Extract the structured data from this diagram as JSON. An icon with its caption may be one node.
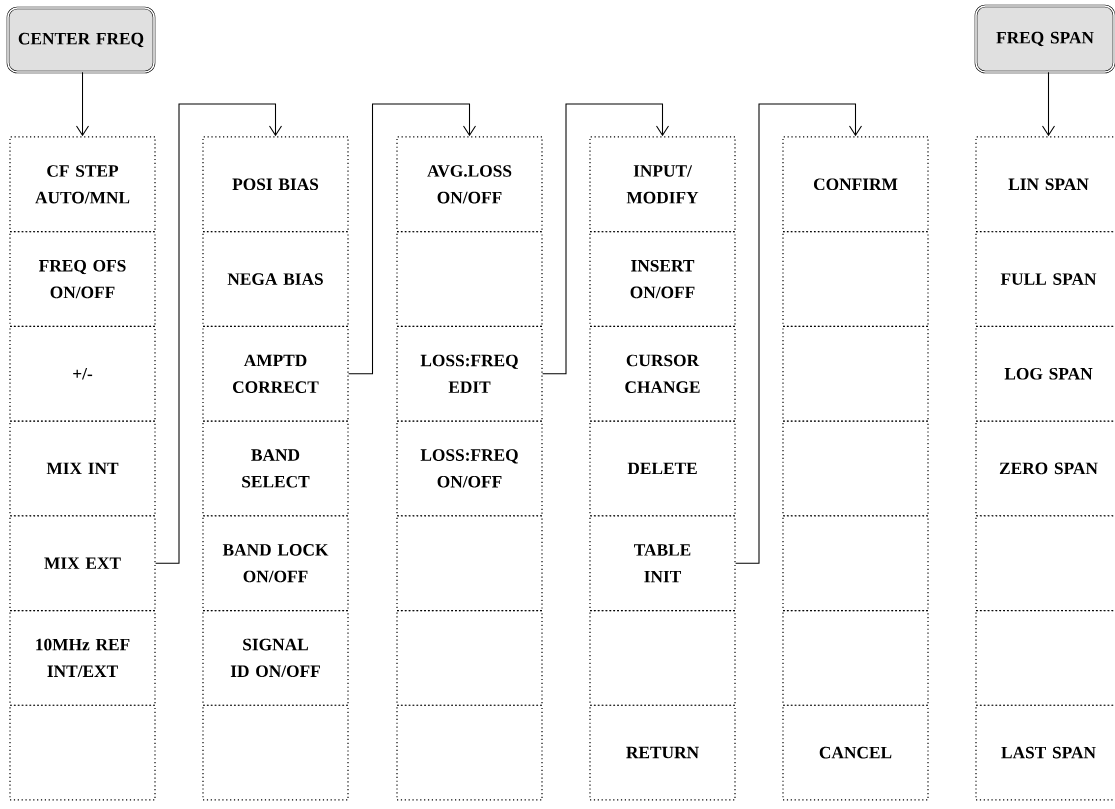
{
  "diagram": {
    "nodes": [
      {
        "text": [
          "CENTER FREQ"
        ]
      },
      {
        "text": [
          "FREQ SPAN"
        ]
      },
      {
        "text": [
          "CF STEP AUTO/MNL"
        ]
      },
      {
        "text": [
          "FREQ OFS ON/OFF"
        ]
      },
      {
        "text": [
          "+/-"
        ]
      },
      {
        "text": [
          "MIX INT"
        ]
      },
      {
        "text": [
          "MIX EXT"
        ]
      },
      {
        "text": [
          "10MHz REF INT/EXT"
        ]
      },
      {
        "text": [],
        "shape": "box"
      },
      {
        "text": [
          "POSI BIAS"
        ]
      },
      {
        "text": [
          "NEGA BIAS"
        ]
      },
      {
        "text": [
          "AMPTD CORRECT"
        ]
      },
      {
        "text": [
          "BAND SELECT"
        ]
      },
      {
        "text": [
          "BAND LOCK ON/OFF"
        ]
      },
      {
        "text": [
          "SIGNAL ID ON/OFF"
        ]
      },
      {
        "text": [],
        "shape": "box"
      },
      {
        "text": [
          "AVG.LOSS ON/OFF"
        ]
      },
      {
        "text": [],
        "shape": "box"
      },
      {
        "text": [
          "LOSS:FREQ EDIT"
        ]
      },
      {
        "text": [
          "LOSS:FREQ ON/OFF"
        ]
      },
      {
        "text": [],
        "shape": "box"
      },
      {
        "text": [],
        "shape": "box"
      },
      {
        "text": [],
        "shape": "box"
      },
      {
        "text": [
          "INPUT/ MODIFY"
        ]
      },
      {
        "text": [
          "INSERT ON/OFF"
        ]
      },
      {
        "text": [
          "CURSOR CHANGE"
        ]
      },
      {
        "text": [
          "DELETE"
        ]
      },
      {
        "text": [
          "TABLE INIT"
        ]
      },
      {
        "text": [],
        "shape": "box"
      },
      {
        "text": [
          "RETURN"
        ]
      },
      {
        "text": [
          "CONFIRM"
        ]
      },
      {
        "text": [],
        "shape": "box"
      },
      {
        "text": [],
        "shape": "box"
      },
      {
        "text": [],
        "shape": "box"
      },
      {
        "text": [],
        "shape": "box"
      },
      {
        "text": [],
        "shape": "box"
      },
      {
        "text": [
          "CANCEL"
        ]
      },
      {
        "text": [
          "LIN SPAN"
        ]
      },
      {
        "text": [
          "FULL SPAN"
        ]
      },
      {
        "text": [
          "LOG SPAN"
        ]
      },
      {
        "text": [
          "ZERO SPAN"
        ]
      },
      {
        "text": [],
        "shape": "box"
      },
      {
        "text": [],
        "shape": "box"
      },
      {
        "text": [
          "LAST SPAN"
        ]
      }
    ],
    "edges": [
      {
        "from": 0,
        "to": 2,
        "arrow": "to"
      },
      {
        "from": 1,
        "to": 37,
        "arrow": "to"
      },
      {
        "from": 6,
        "to": 9,
        "arrow": "to"
      },
      {
        "from": 11,
        "to": 16,
        "arrow": "to"
      },
      {
        "from": 18,
        "to": 23,
        "arrow": "to"
      },
      {
        "from": 27,
        "to": 30,
        "arrow": "to"
      }
    ]
  }
}
